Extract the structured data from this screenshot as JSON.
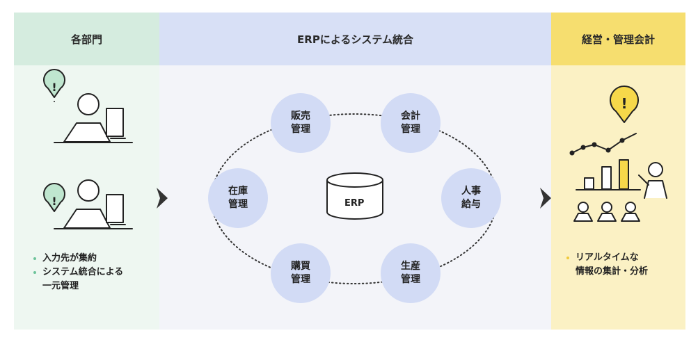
{
  "columns": {
    "departments": {
      "title": "各部門",
      "bullets": [
        "入力先が集約",
        "システム統合による",
        "一元管理"
      ]
    },
    "erp": {
      "title": "ERPによるシステム統合",
      "center_label": "ERP",
      "modules": [
        {
          "line1": "販売",
          "line2": "管理"
        },
        {
          "line1": "会計",
          "line2": "管理"
        },
        {
          "line1": "人事",
          "line2": "給与"
        },
        {
          "line1": "生産",
          "line2": "管理"
        },
        {
          "line1": "購買",
          "line2": "管理"
        },
        {
          "line1": "在庫",
          "line2": "管理"
        }
      ]
    },
    "management": {
      "title": "経営・管理会計",
      "bullets": [
        "リアルタイムな",
        "情報の集計・分析"
      ]
    }
  },
  "colors": {
    "green_head": "#d5ecdf",
    "green_body": "#eef7f1",
    "blue_head": "#d8e0f6",
    "blue_body": "#f3f4f9",
    "module_circle": "#d2dbf5",
    "yellow_head": "#f6de6f",
    "yellow_body": "#fbf1c4",
    "alert_green": "#bfe6cf",
    "alert_yellow": "#f6d84a"
  },
  "icons": [
    "alert-pin-icon",
    "person-at-computer-icon",
    "database-icon",
    "arrow-right-icon",
    "presentation-chart-icon",
    "audience-icon"
  ]
}
